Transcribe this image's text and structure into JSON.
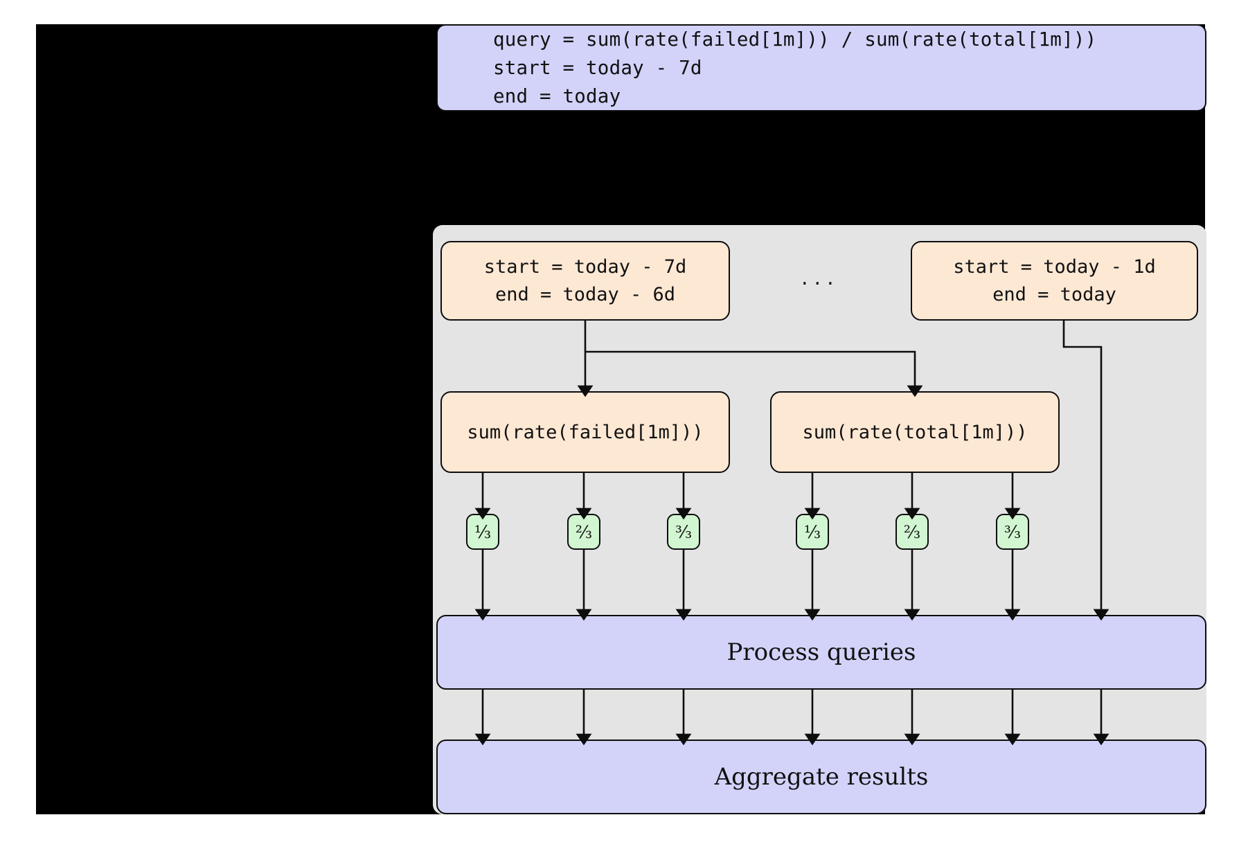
{
  "diagram": {
    "title_hidden": "",
    "query_block": {
      "name": "original-query",
      "lines": [
        "query = sum(rate(failed[1m])) / sum(rate(total[1m]))",
        "start = today - 7d",
        "end = today"
      ]
    },
    "split_panel": {
      "ellipsis": "...",
      "time_ranges": [
        {
          "id": "range-first",
          "lines": [
            "start = today - 7d",
            "end = today - 6d"
          ]
        },
        {
          "id": "range-last",
          "lines": [
            "start = today - 1d",
            "end = today"
          ]
        }
      ],
      "metrics": [
        {
          "id": "metric-failed",
          "label": "sum(rate(failed[1m]))"
        },
        {
          "id": "metric-total",
          "label": "sum(rate(total[1m]))"
        }
      ],
      "chunks": [
        {
          "id": "failed-chunk-1",
          "label": "⅓"
        },
        {
          "id": "failed-chunk-2",
          "label": "⅔"
        },
        {
          "id": "failed-chunk-3",
          "label": "³⁄₃"
        },
        {
          "id": "total-chunk-1",
          "label": "⅓"
        },
        {
          "id": "total-chunk-2",
          "label": "⅔"
        },
        {
          "id": "total-chunk-3",
          "label": "³⁄₃"
        }
      ],
      "process_stage": {
        "id": "process-queries",
        "label": "Process queries"
      },
      "aggregate_stage": {
        "id": "aggregate-results",
        "label": "Aggregate results"
      }
    },
    "colors": {
      "query_fill": "#d3d3fa",
      "range_fill": "#fde8d4",
      "chunk_fill": "#d2f5d2",
      "panel_fill": "#e4e4e4",
      "stroke": "#0d0d0d",
      "backdrop": "#000000"
    }
  }
}
